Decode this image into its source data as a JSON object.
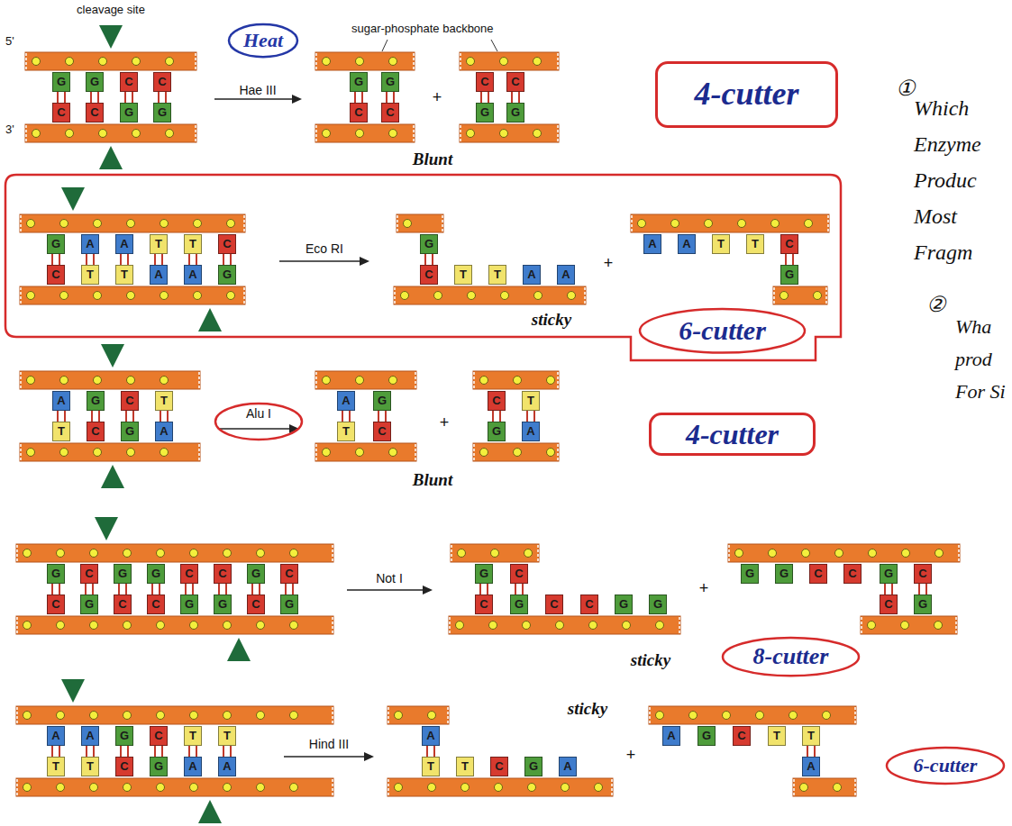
{
  "diagram": {
    "nodes": [
      {
        "text": [
          "Heat"
        ]
      },
      {
        "text": [
          "G"
        ]
      },
      {
        "text": [
          "G"
        ]
      },
      {
        "text": [
          "C"
        ]
      },
      {
        "text": [
          "C"
        ]
      },
      {
        "text": [
          "C"
        ]
      },
      {
        "text": [
          "C"
        ]
      },
      {
        "text": [
          "G"
        ]
      },
      {
        "text": [
          "G"
        ]
      },
      {
        "text": [
          "G"
        ]
      },
      {
        "text": [
          "G"
        ]
      },
      {
        "text": [
          "C"
        ]
      },
      {
        "text": [
          "C"
        ]
      },
      {
        "text": [
          "C"
        ]
      },
      {
        "text": [
          "C"
        ]
      },
      {
        "text": [
          "G"
        ]
      },
      {
        "text": [
          "G"
        ]
      },
      {
        "text": [
          "4-cutter"
        ]
      },
      {
        "text": [
          "G"
        ]
      },
      {
        "text": [
          "A"
        ]
      },
      {
        "text": [
          "A"
        ]
      },
      {
        "text": [
          "T"
        ]
      },
      {
        "text": [
          "T"
        ]
      },
      {
        "text": [
          "C"
        ]
      },
      {
        "text": [
          "C"
        ]
      },
      {
        "text": [
          "T"
        ]
      },
      {
        "text": [
          "T"
        ]
      },
      {
        "text": [
          "A"
        ]
      },
      {
        "text": [
          "A"
        ]
      },
      {
        "text": [
          "G"
        ]
      },
      {
        "text": [
          "G"
        ]
      },
      {
        "text": [
          "C"
        ]
      },
      {
        "text": [
          "T"
        ]
      },
      {
        "text": [
          "T"
        ]
      },
      {
        "text": [
          "A"
        ]
      },
      {
        "text": [
          "A"
        ]
      },
      {
        "text": [
          "A"
        ]
      },
      {
        "text": [
          "A"
        ]
      },
      {
        "text": [
          "T"
        ]
      },
      {
        "text": [
          "T"
        ]
      },
      {
        "text": [
          "C"
        ]
      },
      {
        "text": [
          "G"
        ]
      },
      {
        "text": [
          "6-cutter"
        ]
      },
      {
        "text": [
          "Alu I"
        ]
      },
      {
        "text": [
          "A"
        ]
      },
      {
        "text": [
          "G"
        ]
      },
      {
        "text": [
          "C"
        ]
      },
      {
        "text": [
          "T"
        ]
      },
      {
        "text": [
          "T"
        ]
      },
      {
        "text": [
          "C"
        ]
      },
      {
        "text": [
          "G"
        ]
      },
      {
        "text": [
          "A"
        ]
      },
      {
        "text": [
          "A"
        ]
      },
      {
        "text": [
          "G"
        ]
      },
      {
        "text": [
          "T"
        ]
      },
      {
        "text": [
          "C"
        ]
      },
      {
        "text": [
          "C"
        ]
      },
      {
        "text": [
          "T"
        ]
      },
      {
        "text": [
          "G"
        ]
      },
      {
        "text": [
          "A"
        ]
      },
      {
        "text": [
          "4-cutter"
        ]
      },
      {
        "text": [
          "G"
        ]
      },
      {
        "text": [
          "C"
        ]
      },
      {
        "text": [
          "G"
        ]
      },
      {
        "text": [
          "G"
        ]
      },
      {
        "text": [
          "C"
        ]
      },
      {
        "text": [
          "C"
        ]
      },
      {
        "text": [
          "G"
        ]
      },
      {
        "text": [
          "C"
        ]
      },
      {
        "text": [
          "C"
        ]
      },
      {
        "text": [
          "G"
        ]
      },
      {
        "text": [
          "C"
        ]
      },
      {
        "text": [
          "C"
        ]
      },
      {
        "text": [
          "G"
        ]
      },
      {
        "text": [
          "G"
        ]
      },
      {
        "text": [
          "C"
        ]
      },
      {
        "text": [
          "G"
        ]
      },
      {
        "text": [
          "G"
        ]
      },
      {
        "text": [
          "C"
        ]
      },
      {
        "text": [
          "C"
        ]
      },
      {
        "text": [
          "G"
        ]
      },
      {
        "text": [
          "C"
        ]
      },
      {
        "text": [
          "C"
        ]
      },
      {
        "text": [
          "G"
        ]
      },
      {
        "text": [
          "G"
        ]
      },
      {
        "text": [
          "G"
        ]
      },
      {
        "text": [
          "G"
        ]
      },
      {
        "text": [
          "C"
        ]
      },
      {
        "text": [
          "C"
        ]
      },
      {
        "text": [
          "G"
        ]
      },
      {
        "text": [
          "C"
        ]
      },
      {
        "text": [
          "C"
        ]
      },
      {
        "text": [
          "G"
        ]
      },
      {
        "text": [
          "8-cutter"
        ]
      },
      {
        "text": [
          "A"
        ]
      },
      {
        "text": [
          "A"
        ]
      },
      {
        "text": [
          "G"
        ]
      },
      {
        "text": [
          "C"
        ]
      },
      {
        "text": [
          "T"
        ]
      },
      {
        "text": [
          "T"
        ]
      },
      {
        "text": [
          "T"
        ]
      },
      {
        "text": [
          "T"
        ]
      },
      {
        "text": [
          "C"
        ]
      },
      {
        "text": [
          "G"
        ]
      },
      {
        "text": [
          "A"
        ]
      },
      {
        "text": [
          "A"
        ]
      },
      {
        "text": [
          "A"
        ]
      },
      {
        "text": [
          "T"
        ]
      },
      {
        "text": [
          "T"
        ]
      },
      {
        "text": [
          "C"
        ]
      },
      {
        "text": [
          "G"
        ]
      },
      {
        "text": [
          "A"
        ]
      },
      {
        "text": [
          "A"
        ]
      },
      {
        "text": [
          "G"
        ]
      },
      {
        "text": [
          "C"
        ]
      },
      {
        "text": [
          "T"
        ]
      },
      {
        "text": [
          "T"
        ]
      },
      {
        "text": [
          "A"
        ]
      },
      {
        "text": [
          "6-cutter"
        ]
      }
    ],
    "labels": [
      "cleavage site",
      "5'",
      "3'",
      "Hae III",
      "sugar-phosphate backbone",
      "+",
      "Blunt",
      "Eco RI",
      "+",
      "sticky",
      "+",
      "Blunt",
      "Not I",
      "+",
      "sticky",
      "Hind III",
      "sticky",
      "+",
      "①",
      "Which Enzyme Produc Most Fragm",
      "②",
      "Wha prod For Si"
    ]
  }
}
